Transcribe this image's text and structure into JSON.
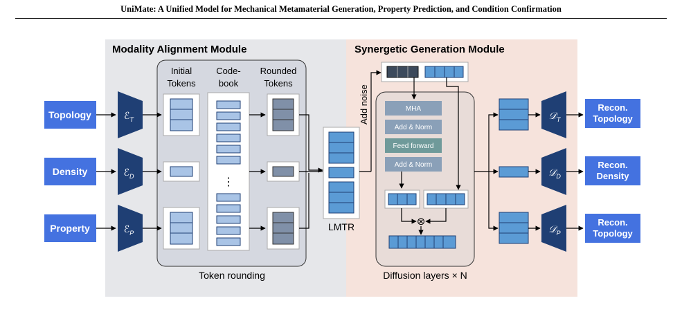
{
  "header": {
    "title": "UniMate: A Unified Model for Mechanical Metamaterial Generation, Property Prediction, and Condition Confirmation"
  },
  "figure": {
    "modules": {
      "alignment_title": "Modality Alignment Module",
      "generation_title": "Synergetic Generation Module"
    },
    "inputs": [
      "Topology",
      "Density",
      "Property"
    ],
    "encoders": [
      "E_T",
      "E_D",
      "E_P"
    ],
    "columns": {
      "initial_1": "Initial",
      "initial_2": "Tokens",
      "codebook_1": "Code-",
      "codebook_2": "book",
      "rounded_1": "Rounded",
      "rounded_2": "Tokens"
    },
    "token_rounding": "Token rounding",
    "lmtr": "LMTR",
    "add_noise": "Add noise",
    "diffusion_blocks": [
      "MHA",
      "Add & Norm",
      "Feed forward",
      "Add & Norm"
    ],
    "diffusion_label": "Diffusion layers × N",
    "decoders": [
      "D_T",
      "D_D",
      "D_P"
    ],
    "outputs": [
      {
        "line1": "Recon.",
        "line2": "Topology"
      },
      {
        "line1": "Recon.",
        "line2": "Density"
      },
      {
        "line1": "Recon.",
        "line2": "Topology"
      }
    ],
    "vertical_ellipsis": "⋮",
    "multiply_symbol": "⊗"
  },
  "colors": {
    "alignment_bg": "#e6e7ea",
    "generation_bg": "#f6e3dc",
    "input_box": "#4472e0",
    "encoder": "#1f3f74",
    "token": "#5b9bd5",
    "token_dark": "#7f8fa6",
    "block": "#8aa0b8",
    "output_box": "#4472e0"
  }
}
